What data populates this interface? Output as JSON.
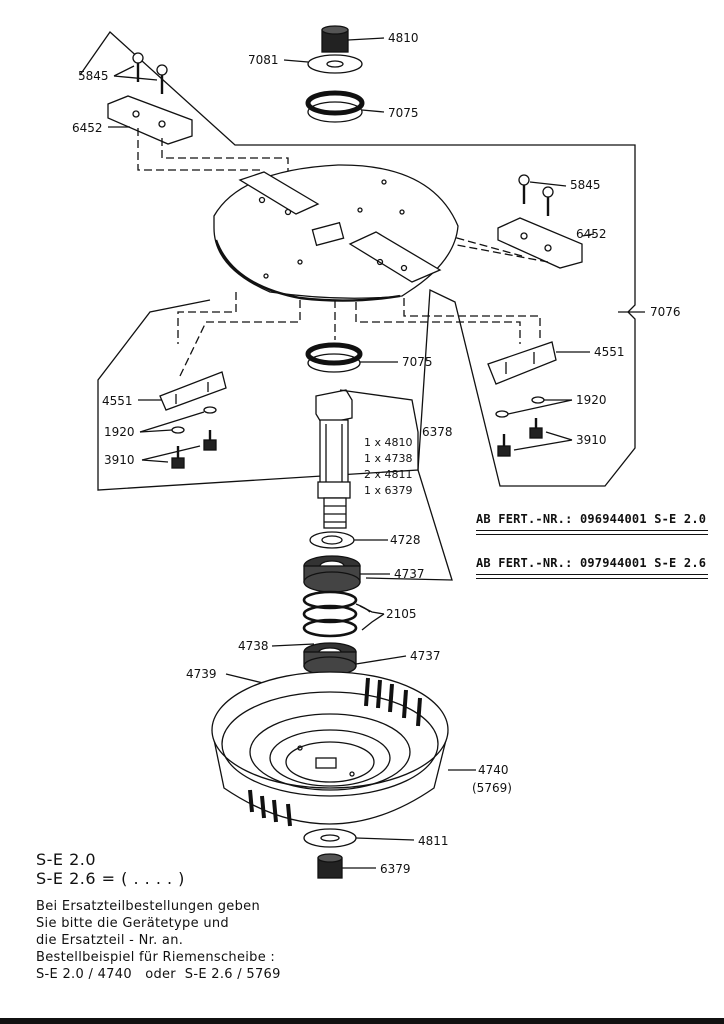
{
  "fert_lines": [
    "AB FERT.-NR.: 096944001 S-E 2.0",
    "AB FERT.-NR.: 097944001 S-E 2.6"
  ],
  "model_lines": [
    "S-E 2.0",
    "S-E 2.6 = ( . . . . )"
  ],
  "order_note": [
    "Bei Ersatzteilbestellungen geben",
    "Sie bitte die Gerätetype und",
    "die Ersatzteil - Nr. an.",
    "Bestellbeispiel für Riemenscheibe :",
    "S-E 2.0 / 4740   oder  S-E 2.6 / 5769"
  ],
  "kit": {
    "label": "6378",
    "items": [
      "1 x 4810",
      "1 x 4738",
      "2 x 4811",
      "1 x 6379"
    ]
  },
  "labels": {
    "p4810": "4810",
    "p7081": "7081",
    "p7075_top": "7075",
    "p5845_left": "5845",
    "p6452_left": "6452",
    "p5845_right": "5845",
    "p6452_right": "6452",
    "p7076": "7076",
    "p7075_mid": "7075",
    "p4551_right": "4551",
    "p4551_left": "4551",
    "p1920_left": "1920",
    "p1920_right": "1920",
    "p3910_left": "3910",
    "p3910_right": "3910",
    "p4728": "4728",
    "p4737_top": "4737",
    "p2105": "2105",
    "p4738": "4738",
    "p4737_bottom": "4737",
    "p4739": "4739",
    "p4740": "4740",
    "p5769": "(5769)",
    "p4811": "4811",
    "p6379": "6379"
  }
}
